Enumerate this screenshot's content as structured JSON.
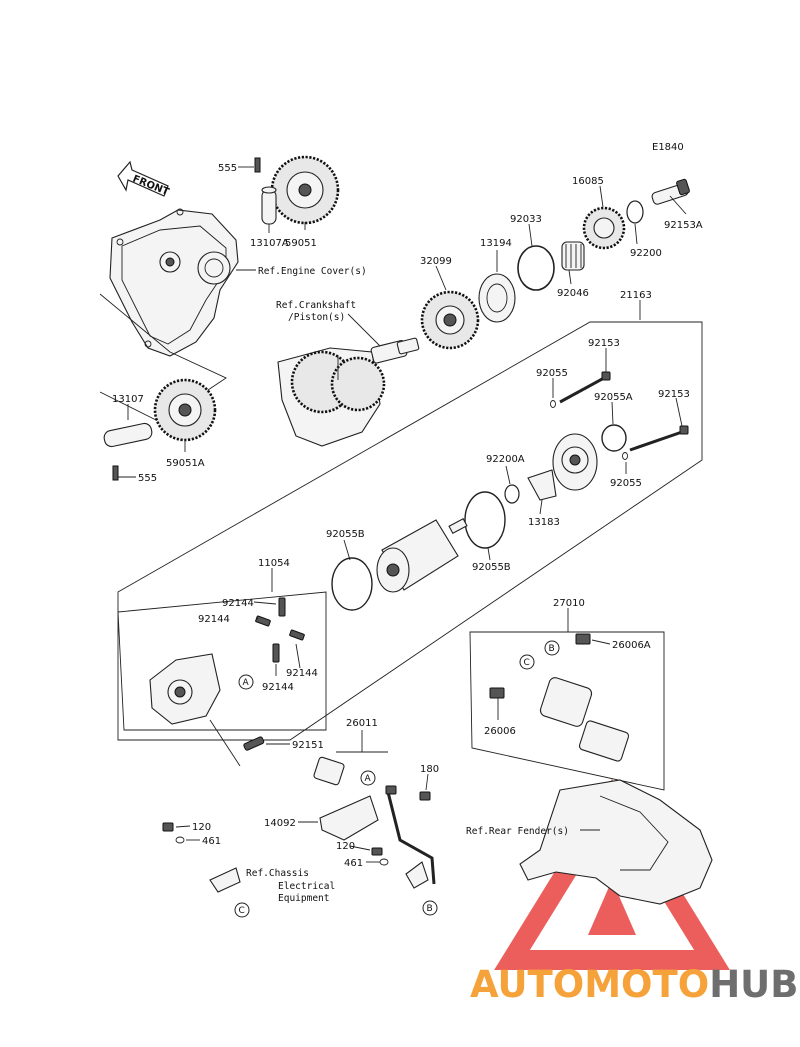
{
  "diagram_code": "E1840",
  "front_label": "FRONT",
  "parts": [
    {
      "id": "p555a",
      "text": "555"
    },
    {
      "id": "p59051",
      "text": "59051"
    },
    {
      "id": "p13107A",
      "text": "13107A"
    },
    {
      "id": "p13107",
      "text": "13107"
    },
    {
      "id": "p59051A",
      "text": "59051A"
    },
    {
      "id": "p555b",
      "text": "555"
    },
    {
      "id": "p32099",
      "text": "32099"
    },
    {
      "id": "p13194",
      "text": "13194"
    },
    {
      "id": "p92033",
      "text": "92033"
    },
    {
      "id": "p16085",
      "text": "16085"
    },
    {
      "id": "p92153A",
      "text": "92153A"
    },
    {
      "id": "p92200",
      "text": "92200"
    },
    {
      "id": "p92046",
      "text": "92046"
    },
    {
      "id": "p21163",
      "text": "21163"
    },
    {
      "id": "p92153a",
      "text": "92153"
    },
    {
      "id": "p92055a",
      "text": "92055"
    },
    {
      "id": "p92055A",
      "text": "92055A"
    },
    {
      "id": "p92153b",
      "text": "92153"
    },
    {
      "id": "p92055b",
      "text": "92055"
    },
    {
      "id": "p92200A",
      "text": "92200A"
    },
    {
      "id": "p13183",
      "text": "13183"
    },
    {
      "id": "p92055Ba",
      "text": "92055B"
    },
    {
      "id": "p92055Bb",
      "text": "92055B"
    },
    {
      "id": "p11054",
      "text": "11054"
    },
    {
      "id": "p92144a",
      "text": "92144"
    },
    {
      "id": "p92144b",
      "text": "92144"
    },
    {
      "id": "p92144c",
      "text": "92144"
    },
    {
      "id": "p92144d",
      "text": "92144"
    },
    {
      "id": "p92151",
      "text": "92151"
    },
    {
      "id": "p27010",
      "text": "27010"
    },
    {
      "id": "p26006A",
      "text": "26006A"
    },
    {
      "id": "p26006",
      "text": "26006"
    },
    {
      "id": "p26011",
      "text": "26011"
    },
    {
      "id": "p180",
      "text": "180"
    },
    {
      "id": "p14092",
      "text": "14092"
    },
    {
      "id": "p120a",
      "text": "120"
    },
    {
      "id": "p461a",
      "text": "461"
    },
    {
      "id": "p120b",
      "text": "120"
    },
    {
      "id": "p461b",
      "text": "461"
    }
  ],
  "references": {
    "engine_cover": "Ref.Engine Cover(s)",
    "crankshaft_1": "Ref.Crankshaft",
    "crankshaft_2": "/Piston(s)",
    "rear_fender": "Ref.Rear Fender(s)",
    "chassis_1": "Ref.Chassis",
    "chassis_2": "Electrical",
    "chassis_3": "Equipment"
  },
  "callouts": {
    "a": "A",
    "b": "B",
    "c": "C"
  },
  "watermark": {
    "part1": "AUTOMOTO",
    "part2": "HUB"
  },
  "colors": {
    "watermark_orange": "#f5a23a",
    "watermark_red": "#e03a3a",
    "watermark_gray": "#6e6e6e",
    "triangle": "#e8433f"
  }
}
